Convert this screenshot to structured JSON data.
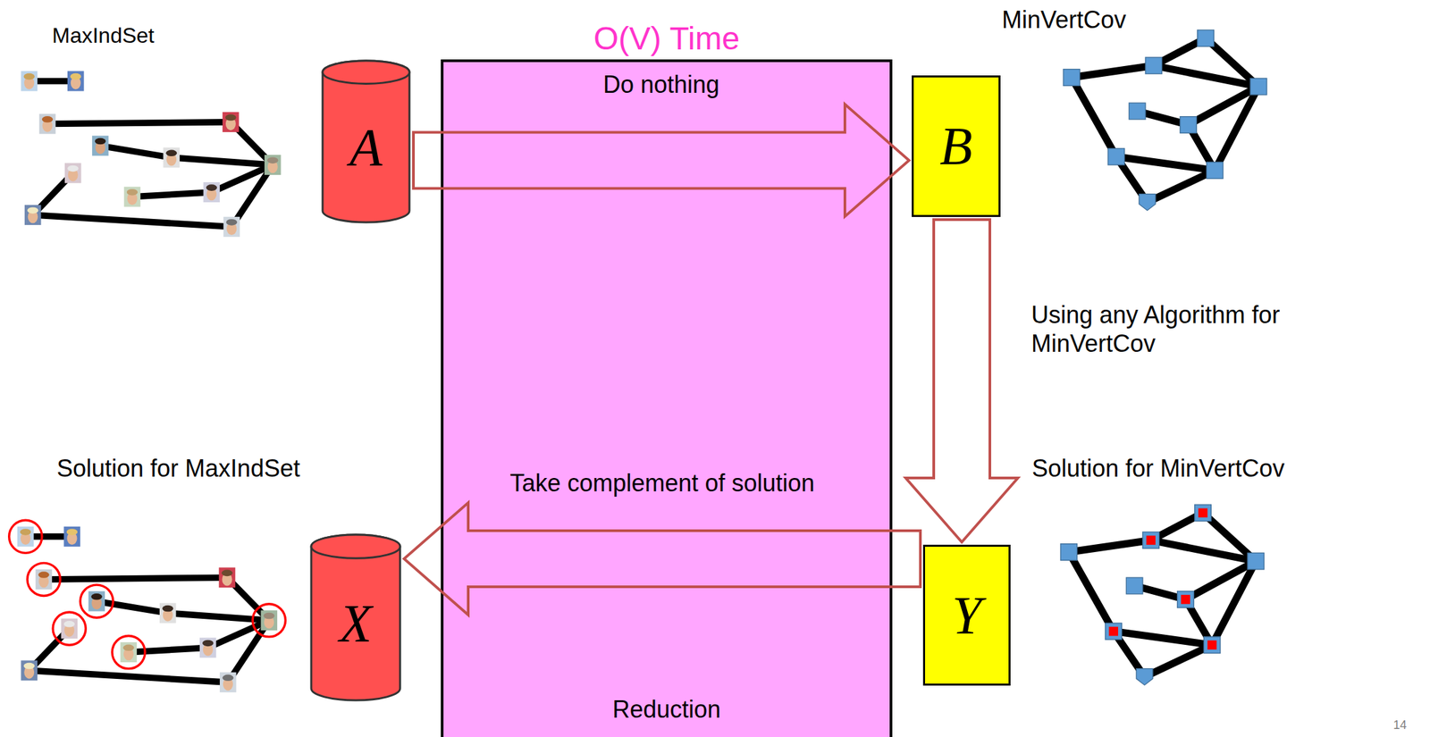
{
  "diagram": {
    "nodes": [
      {
        "text": [
          "A"
        ]
      },
      {
        "text": [
          "O(V) Time",
          "Reduction"
        ]
      },
      {
        "text": [
          "B"
        ]
      },
      {
        "text": [
          "Y"
        ]
      },
      {
        "text": [
          "X"
        ]
      }
    ],
    "edges": [
      {
        "from": 0,
        "to": 2,
        "label": "Do nothing",
        "arrow": "to"
      },
      {
        "from": 2,
        "to": 3,
        "label": "Using any Algorithm for MinVertCov",
        "arrow": "to"
      },
      {
        "from": 3,
        "to": 4,
        "label": "Take complement of solution",
        "arrow": "to"
      }
    ],
    "labels": [
      "MaxIndSet",
      "MinVertCov",
      "Solution for MaxIndSet",
      "Solution for MinVertCov",
      "14"
    ]
  }
}
